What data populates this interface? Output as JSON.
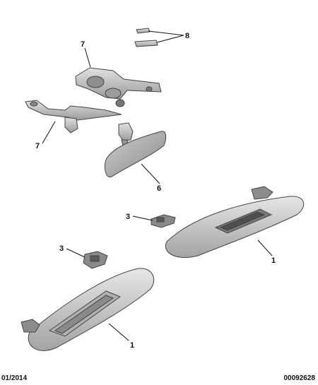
{
  "callouts": {
    "c1a": "1",
    "c1b": "1",
    "c3a": "3",
    "c3b": "3",
    "c6": "6",
    "c7a": "7",
    "c7b": "7",
    "c8": "8"
  },
  "footer": {
    "date": "01/2014",
    "reference": "00092628"
  }
}
